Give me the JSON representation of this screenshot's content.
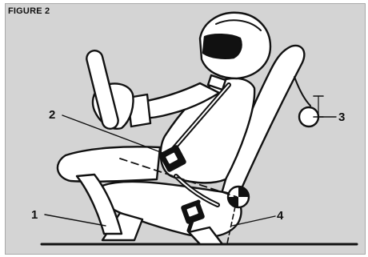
{
  "figure": {
    "title": "FIGURE 2",
    "colors": {
      "background": "#d4d4d4",
      "ink": "#111111",
      "fill": "#ffffff"
    },
    "callouts": [
      {
        "number": "1"
      },
      {
        "number": "2"
      },
      {
        "number": "3"
      },
      {
        "number": "4"
      }
    ]
  }
}
